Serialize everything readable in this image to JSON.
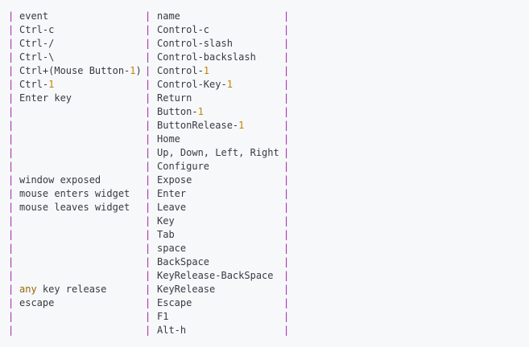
{
  "colors": {
    "background": "#f6f8fa",
    "text": "#383a42",
    "pipe": "#a626a4",
    "number": "#c18401",
    "keyword": "#986801"
  },
  "rows": [
    {
      "event": [
        {
          "t": "event"
        }
      ],
      "name": [
        {
          "t": "name"
        }
      ]
    },
    {
      "event": [
        {
          "t": "Ctrl-c"
        }
      ],
      "name": [
        {
          "t": "Control-c"
        }
      ]
    },
    {
      "event": [
        {
          "t": "Ctrl-/"
        }
      ],
      "name": [
        {
          "t": "Control-slash"
        }
      ]
    },
    {
      "event": [
        {
          "t": "Ctrl-\\"
        }
      ],
      "name": [
        {
          "t": "Control-backslash"
        }
      ]
    },
    {
      "event": [
        {
          "t": "Ctrl+(Mouse Button-"
        },
        {
          "t": "1",
          "c": "num"
        },
        {
          "t": ")"
        }
      ],
      "name": [
        {
          "t": "Control-"
        },
        {
          "t": "1",
          "c": "num"
        }
      ]
    },
    {
      "event": [
        {
          "t": "Ctrl-"
        },
        {
          "t": "1",
          "c": "num"
        }
      ],
      "name": [
        {
          "t": "Control-Key-"
        },
        {
          "t": "1",
          "c": "num"
        }
      ]
    },
    {
      "event": [
        {
          "t": "Enter key"
        }
      ],
      "name": [
        {
          "t": "Return"
        }
      ]
    },
    {
      "event": [],
      "name": [
        {
          "t": "Button-"
        },
        {
          "t": "1",
          "c": "num"
        }
      ]
    },
    {
      "event": [],
      "name": [
        {
          "t": "ButtonRelease-"
        },
        {
          "t": "1",
          "c": "num"
        }
      ]
    },
    {
      "event": [],
      "name": [
        {
          "t": "Home"
        }
      ]
    },
    {
      "event": [],
      "name": [
        {
          "t": "Up, Down, Left, Right"
        }
      ]
    },
    {
      "event": [],
      "name": [
        {
          "t": "Configure"
        }
      ]
    },
    {
      "event": [
        {
          "t": "window exposed"
        }
      ],
      "name": [
        {
          "t": "Expose"
        }
      ]
    },
    {
      "event": [
        {
          "t": "mouse enters widget"
        }
      ],
      "name": [
        {
          "t": "Enter"
        }
      ]
    },
    {
      "event": [
        {
          "t": "mouse leaves widget"
        }
      ],
      "name": [
        {
          "t": "Leave"
        }
      ]
    },
    {
      "event": [],
      "name": [
        {
          "t": "Key"
        }
      ]
    },
    {
      "event": [],
      "name": [
        {
          "t": "Tab"
        }
      ]
    },
    {
      "event": [],
      "name": [
        {
          "t": "space"
        }
      ]
    },
    {
      "event": [],
      "name": [
        {
          "t": "BackSpace"
        }
      ]
    },
    {
      "event": [],
      "name": [
        {
          "t": "KeyRelease-BackSpace"
        }
      ]
    },
    {
      "event": [
        {
          "t": "any",
          "c": "kw"
        },
        {
          "t": " key release"
        }
      ],
      "name": [
        {
          "t": "KeyRelease"
        }
      ]
    },
    {
      "event": [
        {
          "t": "escape"
        }
      ],
      "name": [
        {
          "t": "Escape"
        }
      ]
    },
    {
      "event": [],
      "name": [
        {
          "t": "F1"
        }
      ]
    },
    {
      "event": [],
      "name": [
        {
          "t": "Alt-h"
        }
      ]
    }
  ]
}
